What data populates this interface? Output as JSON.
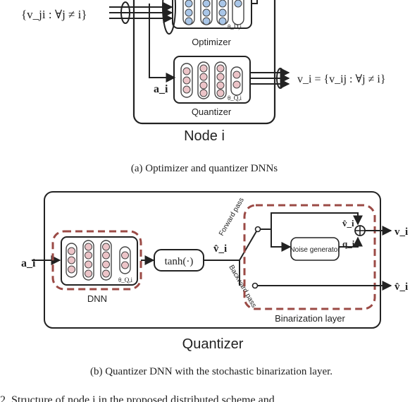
{
  "figure_a": {
    "input_label": "{v_ji : ∀j ≠ i}",
    "optimizer": {
      "label": "Optimizer",
      "param": "θ_D,i"
    },
    "quantizer": {
      "label": "Quantizer",
      "param": "θ_Q,i",
      "input": "a_i"
    },
    "output_label": "v_i = {v_ij : ∀j ≠ i}",
    "node_label": "Node i",
    "caption": "(a)  Optimizer and quantizer DNNs"
  },
  "figure_b": {
    "input": "a_i",
    "dnn": {
      "label": "DNN",
      "param": "θ_Q,i"
    },
    "tanh": "tanh(·)",
    "vhat_label": "v̂_i",
    "forward_label": "Forward pass",
    "backward_label": "Backward pass",
    "noise_generator": "Noise generator",
    "q_label": "q_i",
    "v_hat_top": "v̂_i",
    "output_v": "v_i",
    "output_vhat": "v̂_i",
    "binarization_layer": "Binarization layer",
    "box_label": "Quantizer",
    "caption": "(b)  Quantizer DNN with the stochastic binarization layer."
  },
  "footer_text": "2.   Structure of node i in the proposed distributed scheme and"
}
